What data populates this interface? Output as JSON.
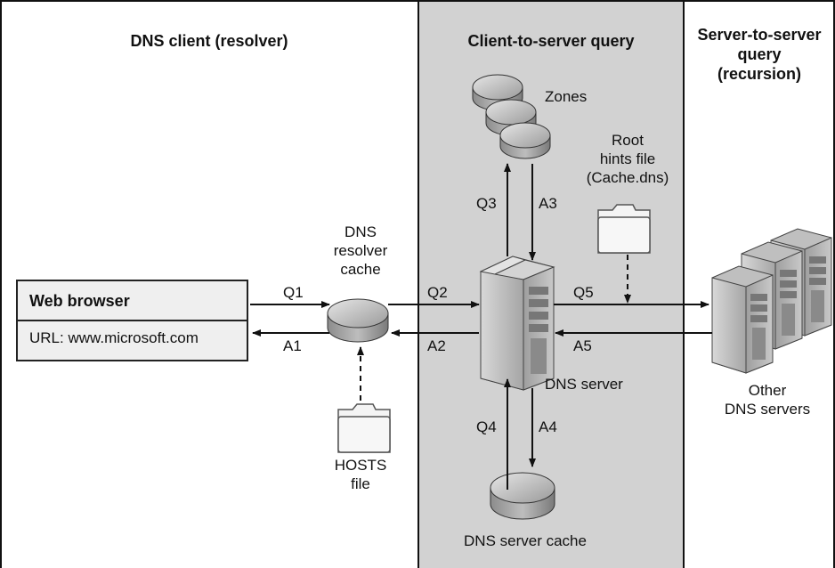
{
  "headers": {
    "client": "DNS client (resolver)",
    "c2s": "Client-to-server query",
    "s2s_line1": "Server-to-server",
    "s2s_line2": "query",
    "s2s_line3": "(recursion)"
  },
  "browser": {
    "title": "Web browser",
    "url": "URL: www.microsoft.com"
  },
  "resolver_cache": {
    "line1": "DNS",
    "line2": "resolver",
    "line3": "cache"
  },
  "hosts_file": {
    "line1": "HOSTS",
    "line2": "file"
  },
  "zones": "Zones",
  "root_hints": {
    "line1": "Root",
    "line2": "hints file",
    "line3": "(Cache.dns)"
  },
  "dns_server": "DNS server",
  "server_cache": "DNS server cache",
  "other_servers": {
    "line1": "Other",
    "line2": "DNS servers"
  },
  "arrows": {
    "q1": "Q1",
    "a1": "A1",
    "q2": "Q2",
    "a2": "A2",
    "q3": "Q3",
    "a3": "A3",
    "q4": "Q4",
    "a4": "A4",
    "q5": "Q5",
    "a5": "A5"
  },
  "colors": {
    "middle_panel": "#d2d2d2",
    "device_gray": "#a8a8a8",
    "folder_fill": "#f4f4f4",
    "line": "#111111"
  }
}
